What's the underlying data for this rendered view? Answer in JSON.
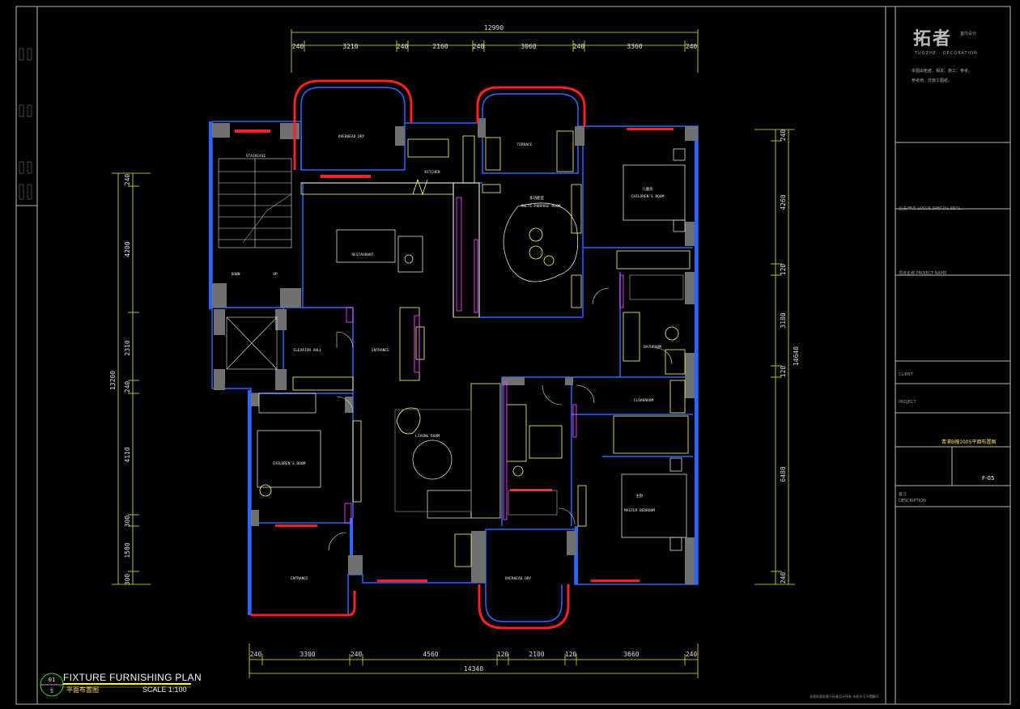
{
  "drawing": {
    "title": "FIXTURE FURNISHING PLAN",
    "subtitle": "平面布置图",
    "scale": "SCALE 1:100",
    "callout_number": "01",
    "callout_sheet": "S"
  },
  "dimensions": {
    "top_total": "12990",
    "top_segments": [
      "240",
      "3210",
      "240",
      "2160",
      "240",
      "3060",
      "240",
      "3360",
      "240"
    ],
    "bottom_total": "14340",
    "bottom_segments": [
      "240",
      "3300",
      "240",
      "4560",
      "120",
      "2100",
      "120",
      "3660",
      "240"
    ],
    "left_total": "13200",
    "left_segments": [
      "240",
      "4200",
      "2310",
      "240",
      "4110",
      "300",
      "1500",
      "300"
    ],
    "right_total": "14640",
    "right_segments": [
      "240",
      "4260",
      "120",
      "3180",
      "120",
      "6480",
      "240"
    ]
  },
  "rooms": {
    "overhead": "OVERHEAD DRY",
    "stair": "STAIRCASE",
    "down": "DOWN",
    "up": "UP",
    "kitchen": "KITCHEN",
    "terrace": "TERRACE",
    "restaurant": "RESTAURANT",
    "multi_cn": "多功能室",
    "multi": "MULTI-PURPOSE ROOM",
    "childrens_cn": "儿童房",
    "childrens": "CHILDREN'S ROOM",
    "elevator": "ELEVATOR HALL",
    "entrance": "ENTRANCE",
    "living": "LIVING ROOM",
    "bathroom": "BATHROOM",
    "cloakroom": "CLOAKROOM",
    "master_cn": "主卧",
    "master": "MASTER BEDROOM",
    "childrens2": "CHILDREN'S ROOM",
    "guest": "ENTRANCE",
    "overhead2": "OVERHEAD DRY"
  },
  "title_block": {
    "company": "拓者",
    "company_sub": "室内设计",
    "company_en": "TUOZHE · DECORATION",
    "note1": "本图由拓者、相关、施工、参考。",
    "note2": "参考用，非施工图纸。",
    "field1": "业主/甲方  LOCUS SPECIAL SEAL",
    "field2": "项目名称  PROJECT NAME",
    "field3": "CLIENT",
    "field4": "PROJECT",
    "drawing_name": "青浦B幢1005平面布置图",
    "drawing_no": "F-05",
    "desc_label": "备注",
    "desc": "DESCRIPTION",
    "footer": "本图纸版权属于拓者设计所有 未经许可不得翻印"
  },
  "colors": {
    "background": "#000000",
    "wall": "#2a66ff",
    "furniture": "#ffff66",
    "accent_red": "#ff2020",
    "dim_line": "#e8e830",
    "frame": "#bbbbbb",
    "column": "#707070",
    "magenta": "#ff40ff"
  }
}
